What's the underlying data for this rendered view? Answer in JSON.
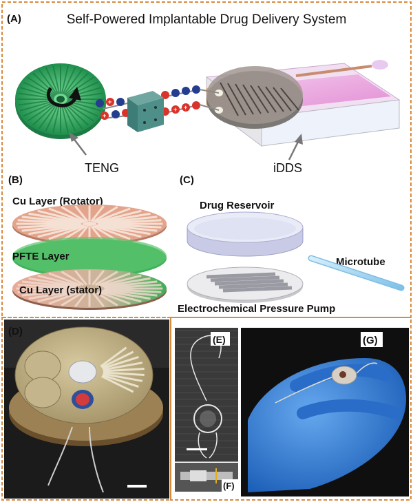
{
  "title": "Self-Powered Implantable Drug Delivery System",
  "panels": {
    "a": "(A)",
    "b": "(B)",
    "c": "(C)",
    "d": "(D)",
    "e": "(E)",
    "f": "(F)",
    "g": "(G)"
  },
  "labels": {
    "teng": "TENG",
    "idds": "iDDS",
    "cu_rotator": "Cu Layer (Rotator)",
    "pfte": "PFTE Layer",
    "cu_stator": "Cu Layer (stator)",
    "drug_reservoir": "Drug Reservoir",
    "microtube": "Microtube",
    "pump": "Electrochemical Pressure Pump"
  },
  "charges": {
    "positive": "+",
    "negative": "-"
  },
  "colors": {
    "frame": "#d98b3a",
    "teng_green": "#2aa55e",
    "copper": "#e4a48c",
    "pfte_green": "#3fb25a",
    "idds_pink": "#e78bd6",
    "glove_blue": "#2f7fd8",
    "positive_charge": "#d9342b",
    "negative_charge": "#243d8f"
  }
}
